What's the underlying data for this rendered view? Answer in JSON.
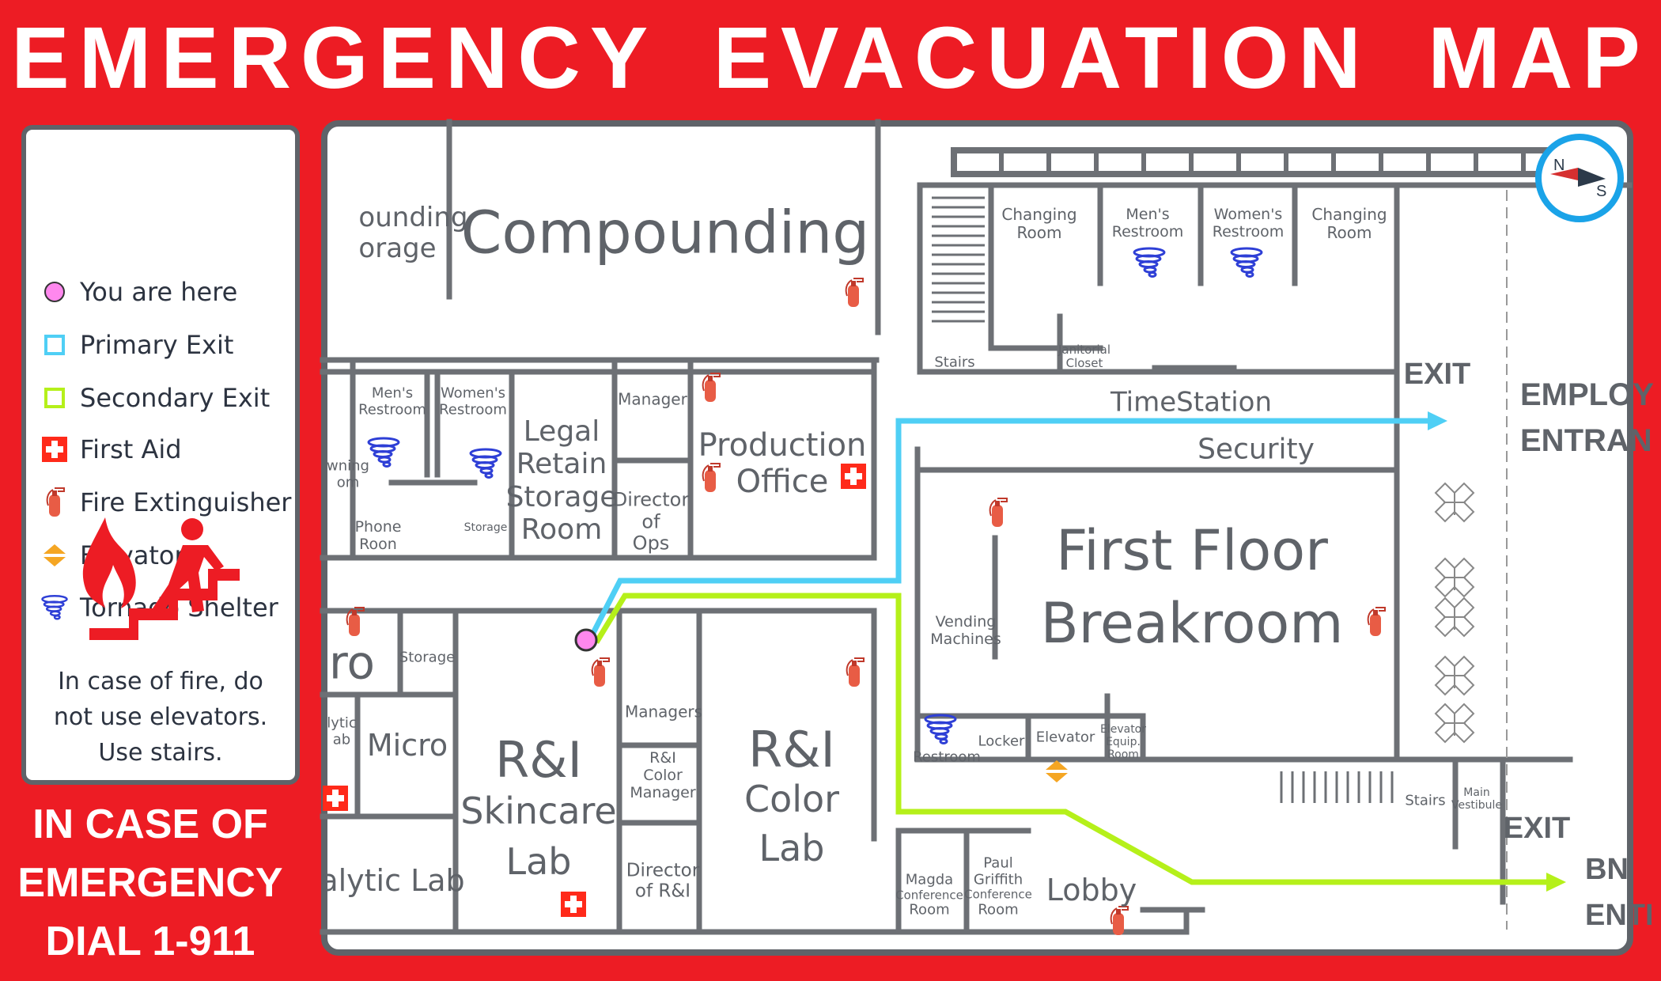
{
  "title": "EMERGENCY EVACUATION MAP",
  "legend": {
    "items": [
      {
        "icon": "you-are-here-icon",
        "label": "You are here"
      },
      {
        "icon": "primary-exit-icon",
        "label": "Primary Exit"
      },
      {
        "icon": "secondary-exit-icon",
        "label": "Secondary Exit"
      },
      {
        "icon": "first-aid-icon",
        "label": "First Aid"
      },
      {
        "icon": "fire-extinguisher-icon",
        "label": "Fire Extinguisher"
      },
      {
        "icon": "elevator-icon",
        "label": "Elevator"
      },
      {
        "icon": "tornado-shelter-icon",
        "label": "Tornado Shelter"
      }
    ],
    "fire_note": [
      "In case of fire, do",
      "not use elevators.",
      "Use stairs."
    ]
  },
  "emergency": [
    "IN CASE OF",
    "EMERGENCY",
    "DIAL 1-911"
  ],
  "colors": {
    "brand_red": "#ed1c24",
    "primary_exit": "#4fcff5",
    "secondary_exit": "#b5f01a",
    "you_are_here": "#ff88ee",
    "wall": "#5f6369",
    "tornado": "#2e3fd6",
    "extinguisher": "#e85c45"
  },
  "rooms": {
    "compounding_storage": [
      "ounding",
      "orage"
    ],
    "compounding": "Compounding",
    "mens_restroom_w": [
      "Men's",
      "Restroom"
    ],
    "womens_restroom_w": [
      "Women's",
      "Restroom"
    ],
    "legal": [
      "Legal",
      "Retain",
      "Storage",
      "Room"
    ],
    "manager": "Manager",
    "production": [
      "Production",
      "Office"
    ],
    "director_ops": [
      "Director",
      "of",
      "Ops"
    ],
    "phone_room": [
      "Phone",
      "Roon"
    ],
    "storage_small": "Storage",
    "gowning": [
      "wning",
      "om"
    ],
    "changing_1": [
      "Changing",
      "Room"
    ],
    "mens_restroom_e": [
      "Men's",
      "Restroom"
    ],
    "womens_restroom_e": [
      "Women's",
      "Restroom"
    ],
    "changing_2": [
      "Changing",
      "Room"
    ],
    "stairs_n": "Stairs",
    "janitorial": [
      "Janitorial",
      "Closet"
    ],
    "timestation": "TimeStation",
    "security": "Security",
    "exit_e": "EXIT",
    "employee_entrance": [
      "EMPLOY",
      "ENTRAN"
    ],
    "breakroom": [
      "First Floor",
      "Breakroom"
    ],
    "vending": [
      "Vending",
      "Machines"
    ],
    "restroom": "Restroom",
    "locker": "Locker",
    "elevator": "Elevator",
    "elevator_equip": [
      "Elevator",
      "Equip.",
      "Room"
    ],
    "micro_lab": "ro",
    "storage_w": "Storage",
    "analytic_small": [
      "lytic",
      "ab"
    ],
    "micro": "Micro",
    "skincare": [
      "R&I",
      "Skincare",
      "Lab"
    ],
    "managers": "Managers",
    "color_manager": [
      "R&I",
      "Color",
      "Manager"
    ],
    "director_ri": [
      "Director",
      "of R&I"
    ],
    "color_lab": [
      "R&I",
      "Color",
      "Lab"
    ],
    "analytic_lab": "alytic Lab",
    "magda": [
      "Magda",
      "Conference",
      "Room"
    ],
    "paul": [
      "Paul",
      "Griffith",
      "Conference",
      "Room"
    ],
    "lobby": "Lobby",
    "stairs_s": "Stairs",
    "vestibule": [
      "Main",
      "Vestibule"
    ],
    "exit_s": "EXIT",
    "bn_entrance": [
      "BN",
      "ENTI"
    ]
  },
  "compass": {
    "north": "N",
    "south": "S"
  }
}
